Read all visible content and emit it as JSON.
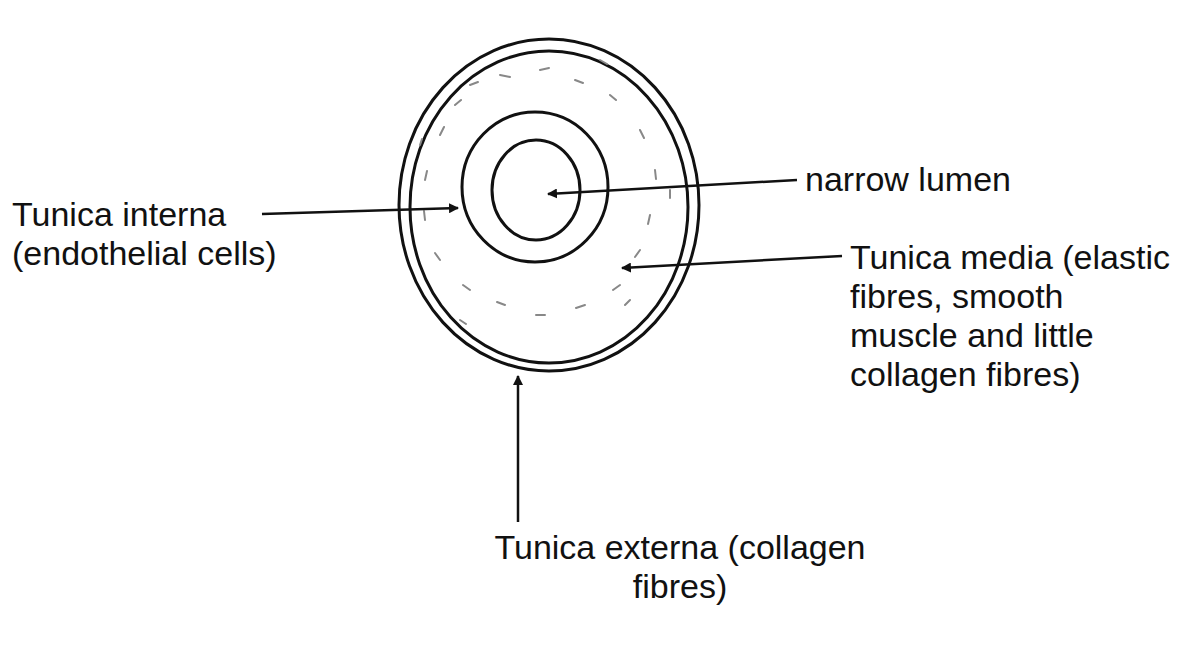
{
  "diagram": {
    "labels": [
      "Tunica interna (endothelial cells)",
      "narrow lumen",
      "Tunica media (elastic fibres, smooth muscle and little collagen fibres)",
      "Tunica externa (collagen fibres)"
    ]
  }
}
